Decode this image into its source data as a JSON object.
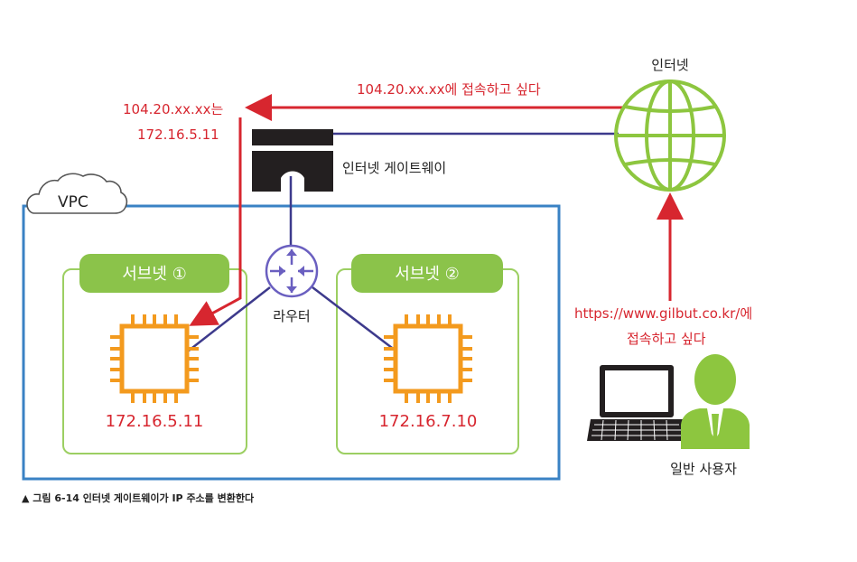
{
  "labels": {
    "internet": "인터넷",
    "request_top": "104.20.xx.xx에 접속하고 싶다",
    "translation_line1": "104.20.xx.xx는",
    "translation_line2": "172.16.5.11",
    "gateway": "인터넷 게이트웨이",
    "vpc": "VPC",
    "subnet1": "서브넷 ①",
    "subnet2": "서브넷 ②",
    "router": "라우터",
    "instance1_ip": "172.16.5.11",
    "instance2_ip": "172.16.7.10",
    "user_request_line1": "https://www.gilbut.co.kr/에",
    "user_request_line2": "접속하고 싶다",
    "user": "일반 사용자",
    "caption": "▲ 그림 6-14 인터넷 게이트웨이가 IP 주소를 변환한다"
  },
  "colors": {
    "red_arrow": "#d7262f",
    "link_line": "#3d3a8c",
    "vpc_border": "#3a82c4",
    "subnet_green": "#8bc34a",
    "subnet_border": "#9ccf62",
    "instance_orange": "#f39a1e",
    "gateway_black": "#231f20",
    "router_purple": "#6a5fc0",
    "globe_green": "#8dc63f",
    "user_green": "#8dc63f"
  },
  "icons": {
    "globe": "globe-icon",
    "gateway": "internet-gateway-icon",
    "router": "router-icon",
    "instance": "chip-icon",
    "cloud": "cloud-icon",
    "laptop": "laptop-icon",
    "person": "user-icon"
  }
}
